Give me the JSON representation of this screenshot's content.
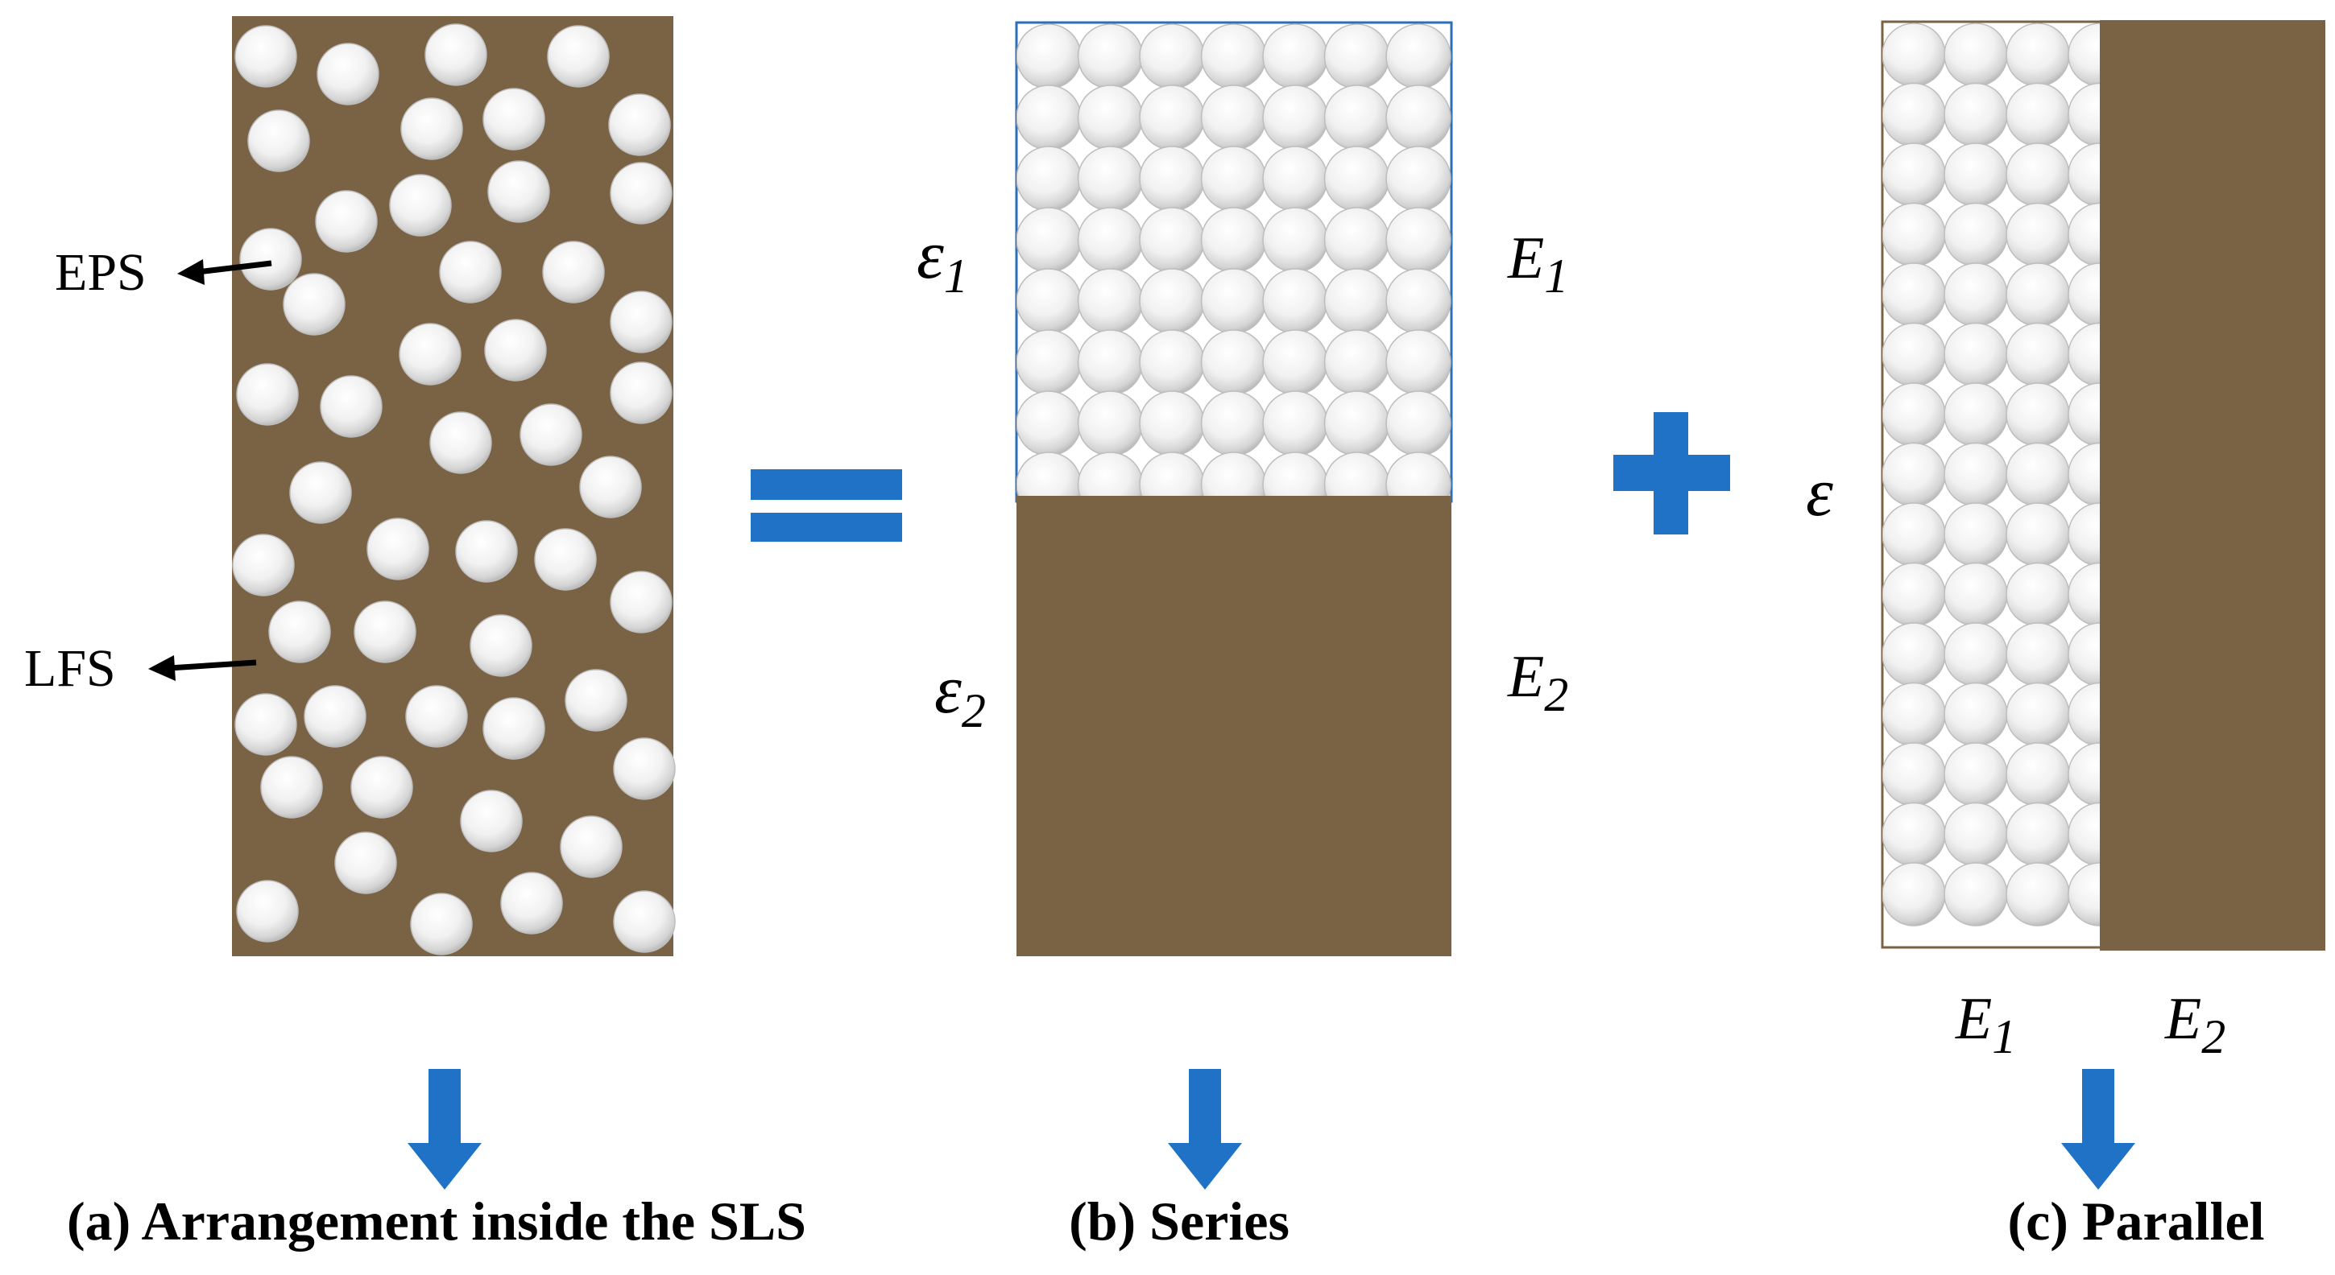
{
  "colors": {
    "matrix": "#7a6244",
    "sphere_light": "#ffffff",
    "sphere_dark": "#b9b9b9",
    "accent_blue": "#1f72c6",
    "frame_blue": "#2c6eb8"
  },
  "panel_a": {
    "eps_label": "EPS",
    "lfs_label": "LFS",
    "caption": "(a) Arrangement inside the SLS"
  },
  "panel_b": {
    "strain_top": "ε",
    "strain_top_sub": "1",
    "strain_bottom": "ε",
    "strain_bottom_sub": "2",
    "modulus_top": "E",
    "modulus_top_sub": "1",
    "modulus_bottom": "E",
    "modulus_bottom_sub": "2",
    "caption": "(b) Series"
  },
  "panel_c": {
    "strain": "ε",
    "modulus_left": "E",
    "modulus_left_sub": "1",
    "modulus_right": "E",
    "modulus_right_sub": "2",
    "caption": "(c) Parallel"
  },
  "operators": {
    "equals_icon": "equals-icon",
    "plus_icon": "plus-icon",
    "arrow_icon": "down-arrow-icon"
  }
}
